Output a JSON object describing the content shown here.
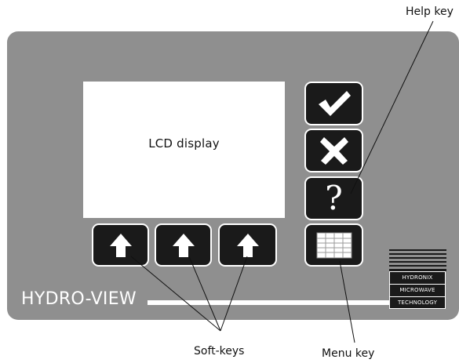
{
  "lcd": {
    "label": "LCD display"
  },
  "keys": {
    "accept": {
      "icon": "check-icon"
    },
    "cancel": {
      "icon": "x-icon"
    },
    "help": {
      "icon": "question-icon",
      "glyph": "?"
    },
    "menu": {
      "icon": "grid-icon"
    },
    "softkeys": [
      {
        "icon": "arrow-up-icon"
      },
      {
        "icon": "arrow-up-icon"
      },
      {
        "icon": "arrow-up-icon"
      }
    ]
  },
  "brand": {
    "name": "HYDRO-VIEW"
  },
  "logo": {
    "lines": [
      "HYDRONIX",
      "MICROWAVE",
      "TECHNOLOGY"
    ]
  },
  "callouts": {
    "help_key": "Help key",
    "soft_keys": "Soft-keys",
    "menu_key": "Menu key"
  },
  "colors": {
    "panel": "#8f8f8f",
    "key": "#1a1a1a",
    "display": "#ffffff"
  }
}
